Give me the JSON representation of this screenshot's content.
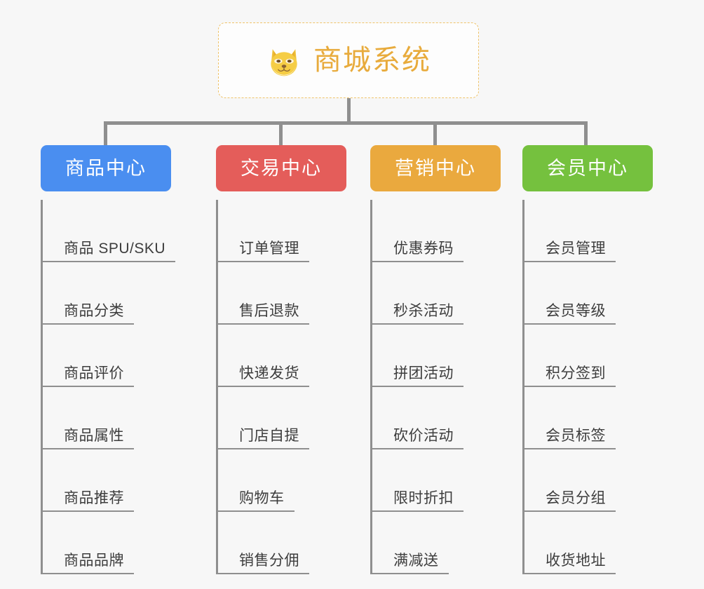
{
  "diagram": {
    "background_color": "#f7f7f7",
    "connector_color": "#8f8f8f",
    "root": {
      "title": "商城系统",
      "icon": "shiba-dog-emoji",
      "text_color": "#e8ab3c",
      "border_color": "#efc36a",
      "background_color": "#fdfdfd"
    },
    "columns": [
      {
        "header": "商品中心",
        "color": "#4a8ef0",
        "items": [
          "商品 SPU/SKU",
          "商品分类",
          "商品评价",
          "商品属性",
          "商品推荐",
          "商品品牌"
        ]
      },
      {
        "header": "交易中心",
        "color": "#e45d5a",
        "items": [
          "订单管理",
          "售后退款",
          "快递发货",
          "门店自提",
          "购物车",
          "销售分佣"
        ]
      },
      {
        "header": "营销中心",
        "color": "#eaa93e",
        "items": [
          "优惠券码",
          "秒杀活动",
          "拼团活动",
          "砍价活动",
          "限时折扣",
          "满减送"
        ]
      },
      {
        "header": "会员中心",
        "color": "#75c13e",
        "items": [
          "会员管理",
          "会员等级",
          "积分签到",
          "会员标签",
          "会员分组",
          "收货地址"
        ]
      }
    ]
  }
}
